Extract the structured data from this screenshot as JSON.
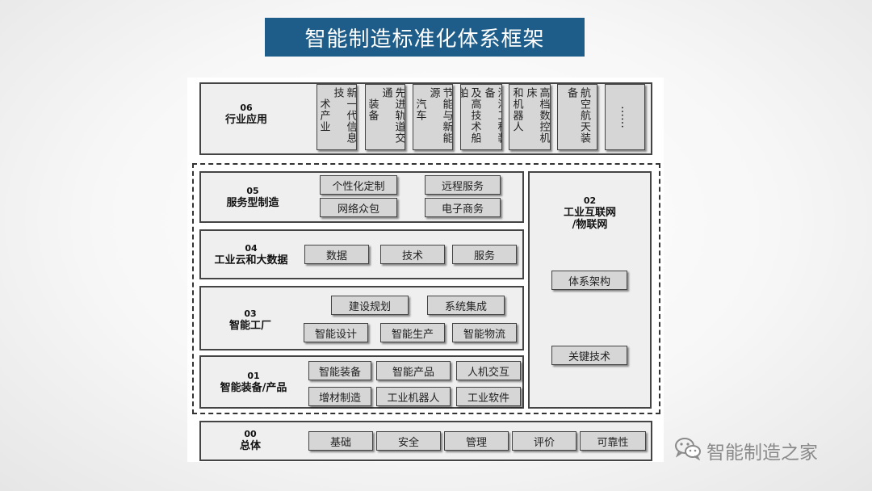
{
  "title": "智能制造标准化体系框架",
  "layer_06": {
    "code": "06",
    "name": "行业应用",
    "industries": [
      {
        "col1": "新一代信息技",
        "col2": "术产业"
      },
      {
        "col1": "先进轨道交通",
        "col2": "装备"
      },
      {
        "col1": "节能与新能源",
        "col2": "汽车"
      },
      {
        "col1": "海洋工程装备",
        "col2": "及高技术船舶"
      },
      {
        "col1": "高档数控机床",
        "col2": "和机器人"
      },
      {
        "col1": "航空航天装备",
        "col2": ""
      }
    ],
    "more": "……"
  },
  "layer_05": {
    "code": "05",
    "name": "服务型制造",
    "items": [
      "个性化定制",
      "远程服务",
      "网络众包",
      "电子商务"
    ]
  },
  "layer_04": {
    "code": "04",
    "name": "工业云和大数据",
    "items": [
      "数据",
      "技术",
      "服务"
    ]
  },
  "layer_03": {
    "code": "03",
    "name": "智能工厂",
    "items": [
      "建设规划",
      "系统集成",
      "智能设计",
      "智能生产",
      "智能物流"
    ]
  },
  "layer_01": {
    "code": "01",
    "name": "智能装备/产品",
    "items": [
      "智能装备",
      "智能产品",
      "人机交互",
      "增材制造",
      "工业机器人",
      "工业软件"
    ]
  },
  "layer_02": {
    "code": "02",
    "name_line1": "工业互联网",
    "name_line2": "/物联网",
    "items": [
      "体系架构",
      "关键技术"
    ]
  },
  "layer_00": {
    "code": "00",
    "name": "总体",
    "items": [
      "基础",
      "安全",
      "管理",
      "评价",
      "可靠性"
    ]
  },
  "watermark": {
    "text": "智能制造之家",
    "icon": "wechat-icon"
  }
}
